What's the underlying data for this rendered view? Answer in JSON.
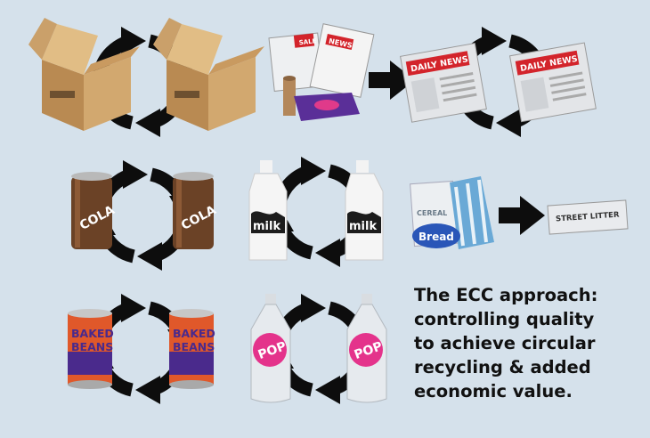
{
  "caption": {
    "lines": [
      "The ECC approach:",
      "controlling quality",
      "to achieve circular",
      "recycling & added",
      "economic value."
    ]
  },
  "labels": {
    "newspaper": "DAILY NEWS",
    "news_small": "NEWS",
    "sale": "SALE",
    "cola": "COLA",
    "milk": "milk",
    "cereal": "CEREAL",
    "bread": "Bread",
    "street_litter": "STREET LITTER",
    "baked": "BAKED",
    "beans": "BEANS",
    "pop": "POP"
  },
  "colors": {
    "background": "#d5e1eb",
    "arrow": "#0d0d0d",
    "cardboard": "#c9a06a",
    "cola": "#6b4226",
    "beans_body": "#e0582a",
    "beans_band": "#4a2a8c",
    "pop": "#e4338b",
    "news_red": "#d3242b"
  }
}
